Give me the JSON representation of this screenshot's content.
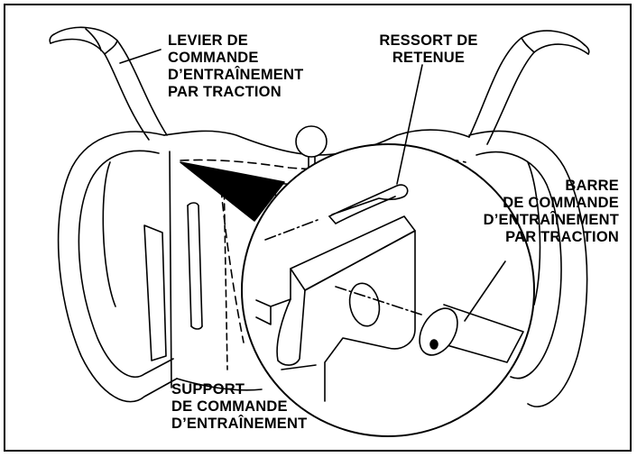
{
  "labels": {
    "drive_lever": "LEVIER DE\nCOMMANDE\nD’ENTRAÎNEMENT\nPAR TRACTION",
    "retaining_spring": "RESSORT DE\nRETENUE",
    "drive_bar": "BARRE\nDE COMMANDE\nD’ENTRAÎNEMENT\nPAR TRACTION",
    "drive_bracket": "SUPPORT\nDE COMMANDE\nD’ENTRAÎNEMENT"
  },
  "colors": {
    "ink": "#000000",
    "paper": "#ffffff"
  }
}
